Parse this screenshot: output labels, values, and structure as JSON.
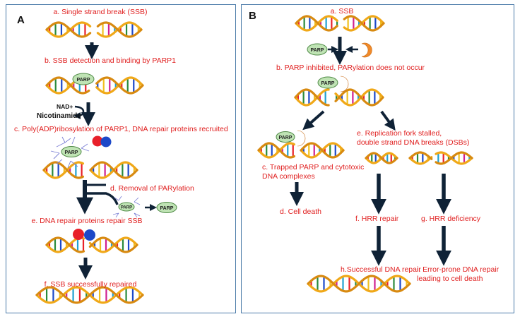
{
  "panel_a": {
    "label": "A",
    "steps": {
      "a": "a. Single strand break (SSB)",
      "b": "b. SSB detection and binding by PARP1",
      "c": "c. Poly(ADP)ribosylation of PARP1, DNA repair proteins recruited",
      "d": "d. Removal of PARylation",
      "e": "e. DNA repair proteins repair SSB",
      "f": "f. SSB successfully repaired"
    },
    "nad_label": "NAD+",
    "nicotinamide_label": "Nicotinamide",
    "parp_label": "PARP"
  },
  "panel_b": {
    "label": "B",
    "steps": {
      "a": "a. SSB",
      "b": "b. PARP inhibited, PARylation does not occur",
      "c_line1": "c. Trapped PARP and cytotoxic",
      "c_line2": "DNA complexes",
      "d": "d. Cell death",
      "e_line1": "e. Replication fork stalled,",
      "e_line2": "double strand DNA breaks (DSBs)",
      "f": "f. HRR repair",
      "g": "g. HRR deficiency",
      "h": "h.Successful DNA repair",
      "i_line1": "i. Error-prone DNA repair",
      "i_line2": "leading to cell death"
    },
    "parp_label": "PARP"
  },
  "colors": {
    "caption": "#e02020",
    "panel_border": "#4a7aa8",
    "dna_backbone": "#f0a818",
    "parp_fill": "#bfe3b4",
    "inhibitor": "#f08a2a",
    "arrow": "#0f2236",
    "protein_red": "#e8202a",
    "protein_blue": "#1c48c8"
  }
}
